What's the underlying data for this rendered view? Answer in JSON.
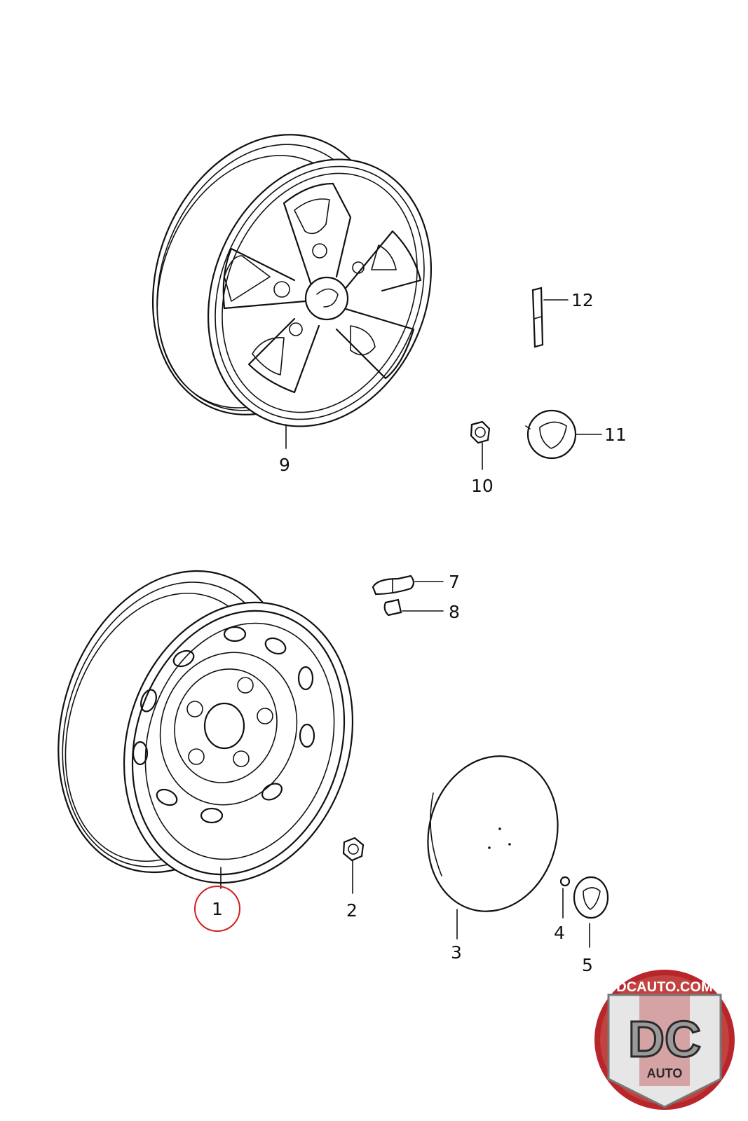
{
  "diagram": {
    "labels": {
      "p1": "1",
      "p2": "2",
      "p3": "3",
      "p4": "4",
      "p5": "5",
      "p7": "7",
      "p8": "8",
      "p9": "9",
      "p10": "10",
      "p11": "11",
      "p12": "12"
    },
    "highlighted_part": "1",
    "highlight_color": "#d02020"
  },
  "logo": {
    "site": "DCAUTO.COM",
    "initials": "DC",
    "word": "AUTO",
    "colors": {
      "red": "#b8262b",
      "silver": "#9a9a9a",
      "dark": "#2a2a2a"
    }
  }
}
